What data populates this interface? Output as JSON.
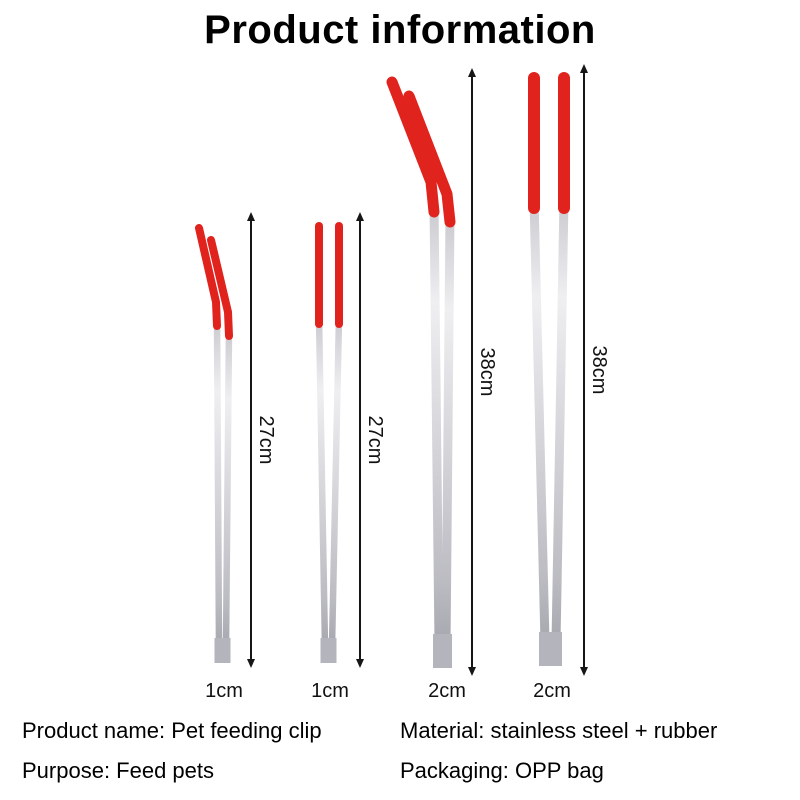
{
  "title": "Product information",
  "products": [
    {
      "length_label": "27cm",
      "width_label": "1cm",
      "tip_style": "bent",
      "handle_color": "#e1231e"
    },
    {
      "length_label": "27cm",
      "width_label": "1cm",
      "tip_style": "straight",
      "handle_color": "#e1231e"
    },
    {
      "length_label": "38cm",
      "width_label": "2cm",
      "tip_style": "bent",
      "handle_color": "#e1231e"
    },
    {
      "length_label": "38cm",
      "width_label": "2cm",
      "tip_style": "straight",
      "handle_color": "#e1231e"
    }
  ],
  "info": {
    "product_name": "Product name: Pet feeding clip",
    "material": "Material: stainless steel + rubber",
    "purpose": "Purpose: Feed pets",
    "packaging": "Packaging: OPP bag"
  },
  "colors": {
    "handle_red": "#e1231e",
    "steel_light": "#efeff2",
    "steel_dark": "#a7a7af",
    "text": "#000000",
    "background": "#ffffff"
  }
}
